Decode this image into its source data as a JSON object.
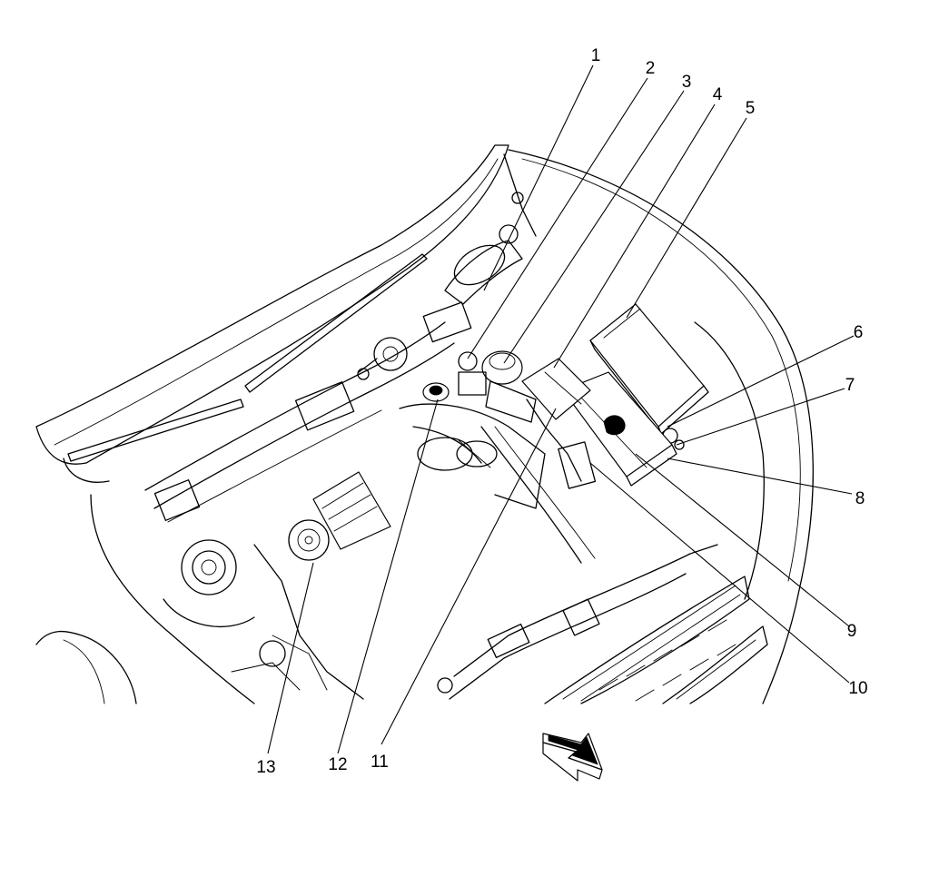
{
  "callouts": [
    "1",
    "2",
    "3",
    "4",
    "5",
    "6",
    "7",
    "8",
    "9",
    "10",
    "11",
    "12",
    "13"
  ],
  "direction_icon": "front-of-vehicle-arrow-icon"
}
